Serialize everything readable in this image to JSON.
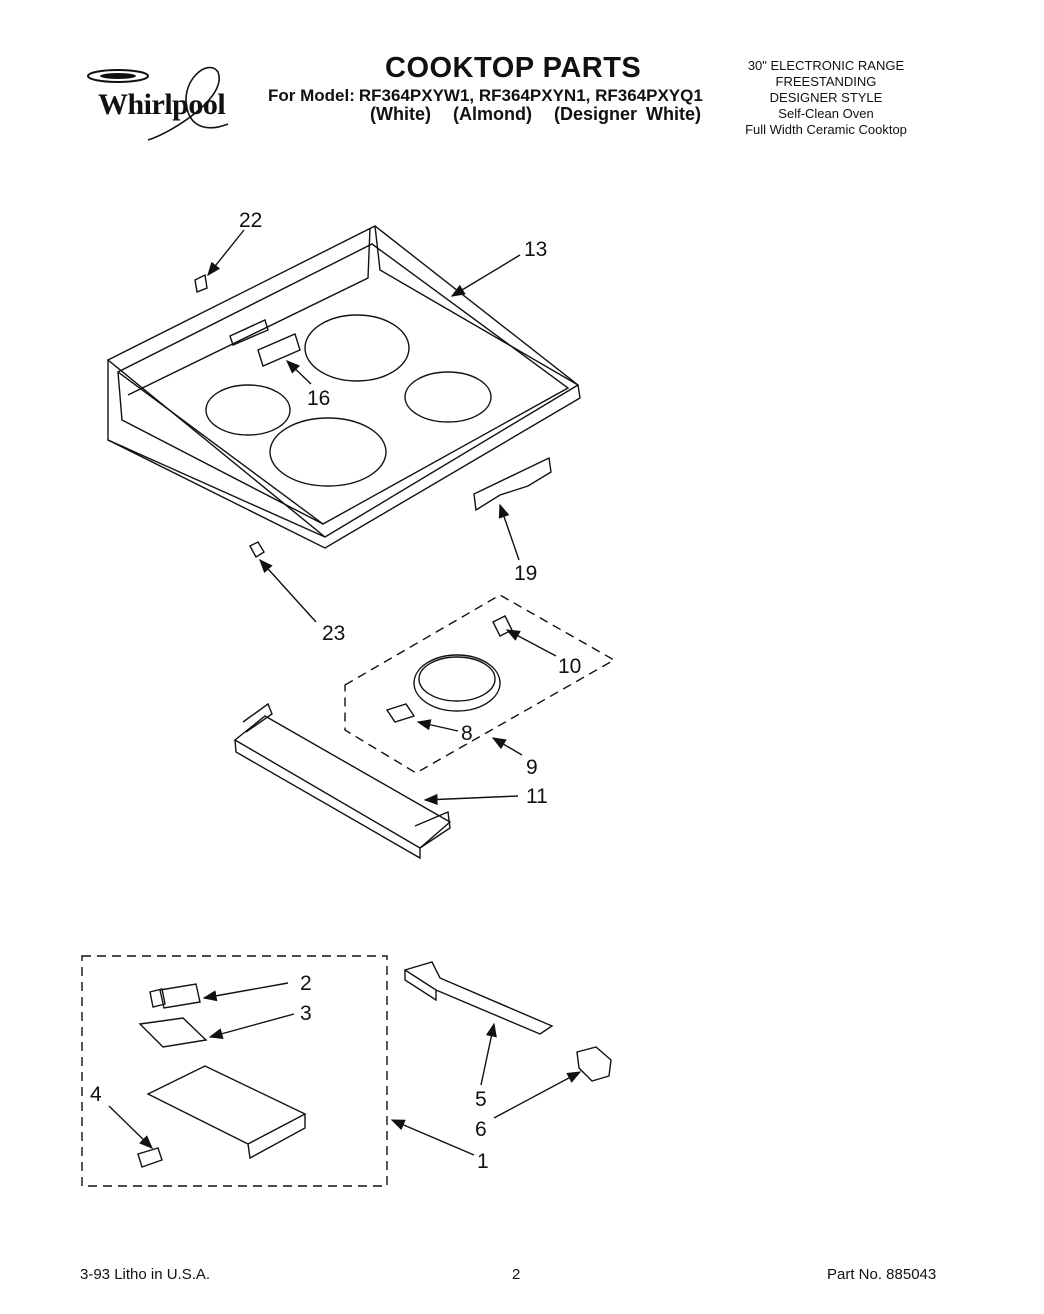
{
  "brand": {
    "name": "Whirlpool"
  },
  "header": {
    "title": "COOKTOP PARTS",
    "model_label": "For Model:",
    "models": "RF364PXYW1, RF364PXYN1, RF364PXYQ1",
    "colors": [
      "(White)",
      "(Almond)",
      "(Designer White)"
    ]
  },
  "spec": [
    "30\" ELECTRONIC RANGE",
    "FREESTANDING",
    "DESIGNER STYLE",
    "Self-Clean Oven",
    "Full Width Ceramic Cooktop"
  ],
  "callouts": {
    "c22": "22",
    "c13": "13",
    "c16": "16",
    "c19": "19",
    "c23": "23",
    "c10": "10",
    "c8": "8",
    "c9": "9",
    "c11": "11",
    "c2": "2",
    "c3": "3",
    "c4": "4",
    "c5": "5",
    "c6": "6",
    "c1": "1"
  },
  "footer": {
    "litho": "3-93 Litho in U.S.A.",
    "page": "2",
    "part_no": "Part No. 885043"
  }
}
